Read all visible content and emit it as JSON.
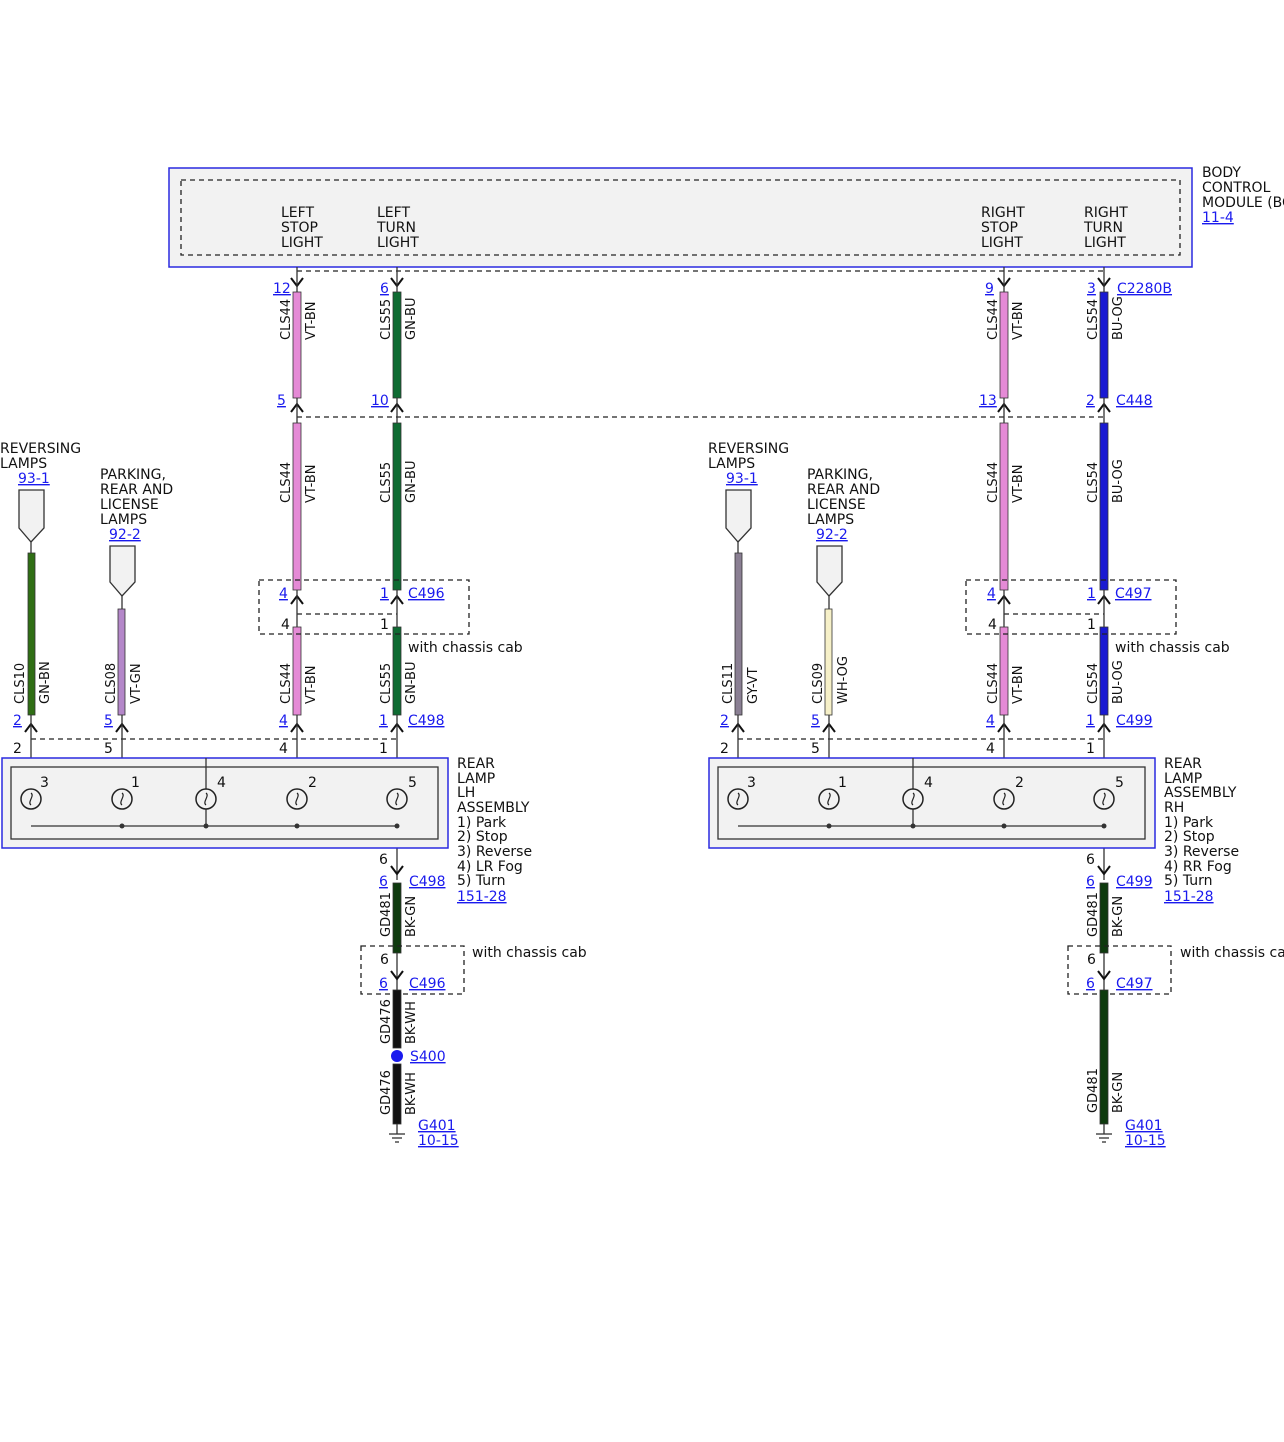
{
  "bcm": {
    "title_lines": [
      "BODY",
      "CONTROL",
      "MODULE (BCM)"
    ],
    "ref": "11-4",
    "left_stop": [
      "LEFT",
      "STOP",
      "LIGHT"
    ],
    "left_turn": [
      "LEFT",
      "TURN",
      "LIGHT"
    ],
    "right_stop": [
      "RIGHT",
      "STOP",
      "LIGHT"
    ],
    "right_turn": [
      "RIGHT",
      "TURN",
      "LIGHT"
    ],
    "connector_right": "C2280B"
  },
  "connectors": {
    "c448": "C448",
    "c496": "C496",
    "c497": "C497",
    "c498": "C498",
    "c499": "C499",
    "s400": "S400"
  },
  "notes": {
    "with_chassis_cab": "with chassis cab"
  },
  "left_side": {
    "reversing": {
      "lines": [
        "REVERSING",
        "LAMPS"
      ],
      "ref": "93-1"
    },
    "parking": {
      "lines": [
        "PARKING,",
        "REAR AND",
        "LICENSE",
        "LAMPS"
      ],
      "ref": "92-2"
    },
    "assembly": {
      "lines": [
        "REAR",
        "LAMP",
        "LH",
        "ASSEMBLY"
      ],
      "legend": [
        "1) Park",
        "2) Stop",
        "3) Reverse",
        "4) LR Fog",
        "5) Turn"
      ],
      "ref": "151-28"
    },
    "ground": {
      "name": "G401",
      "ref": "10-15"
    }
  },
  "right_side": {
    "reversing": {
      "lines": [
        "REVERSING",
        "LAMPS"
      ],
      "ref": "93-1"
    },
    "parking": {
      "lines": [
        "PARKING,",
        "REAR AND",
        "LICENSE",
        "LAMPS"
      ],
      "ref": "92-2"
    },
    "assembly": {
      "lines": [
        "REAR",
        "LAMP",
        "ASSEMBLY",
        "RH"
      ],
      "legend": [
        "1) Park",
        "2) Stop",
        "3) Reverse",
        "4) RR Fog",
        "5) Turn"
      ],
      "ref": "151-28"
    },
    "ground": {
      "name": "G401",
      "ref": "10-15"
    }
  },
  "wires": {
    "cls44": "CLS44",
    "vt_bn": "VT-BN",
    "cls55": "CLS55",
    "gn_bu": "GN-BU",
    "cls54": "CLS54",
    "bu_og": "BU-OG",
    "cls10": "CLS10",
    "gn_bn": "GN-BN",
    "cls08": "CLS08",
    "vt_gn": "VT-GN",
    "cls11": "CLS11",
    "gy_vt": "GY-VT",
    "cls09": "CLS09",
    "wh_og": "WH-OG",
    "gd481": "GD481",
    "bk_gn": "BK-GN",
    "gd476": "GD476",
    "bk_wh": "BK-WH"
  },
  "pins": {
    "p1": "1",
    "p2": "2",
    "p3": "3",
    "p4": "4",
    "p5": "5",
    "p6": "6",
    "p9": "9",
    "p10": "10",
    "p12": "12",
    "p13": "13"
  },
  "colors": {
    "violet_brown": "#e58ad6",
    "green_blue": "#0e6b32",
    "blue_orange": "#1a1ad2",
    "green_brown": "#2f6e14",
    "violet_green": "#b487c9",
    "grey_violet": "#8a7f93",
    "white_orange": "#f6f0c8",
    "black_green": "#0e3a0e",
    "black_white": "#111111",
    "link": "#1a1aee"
  }
}
